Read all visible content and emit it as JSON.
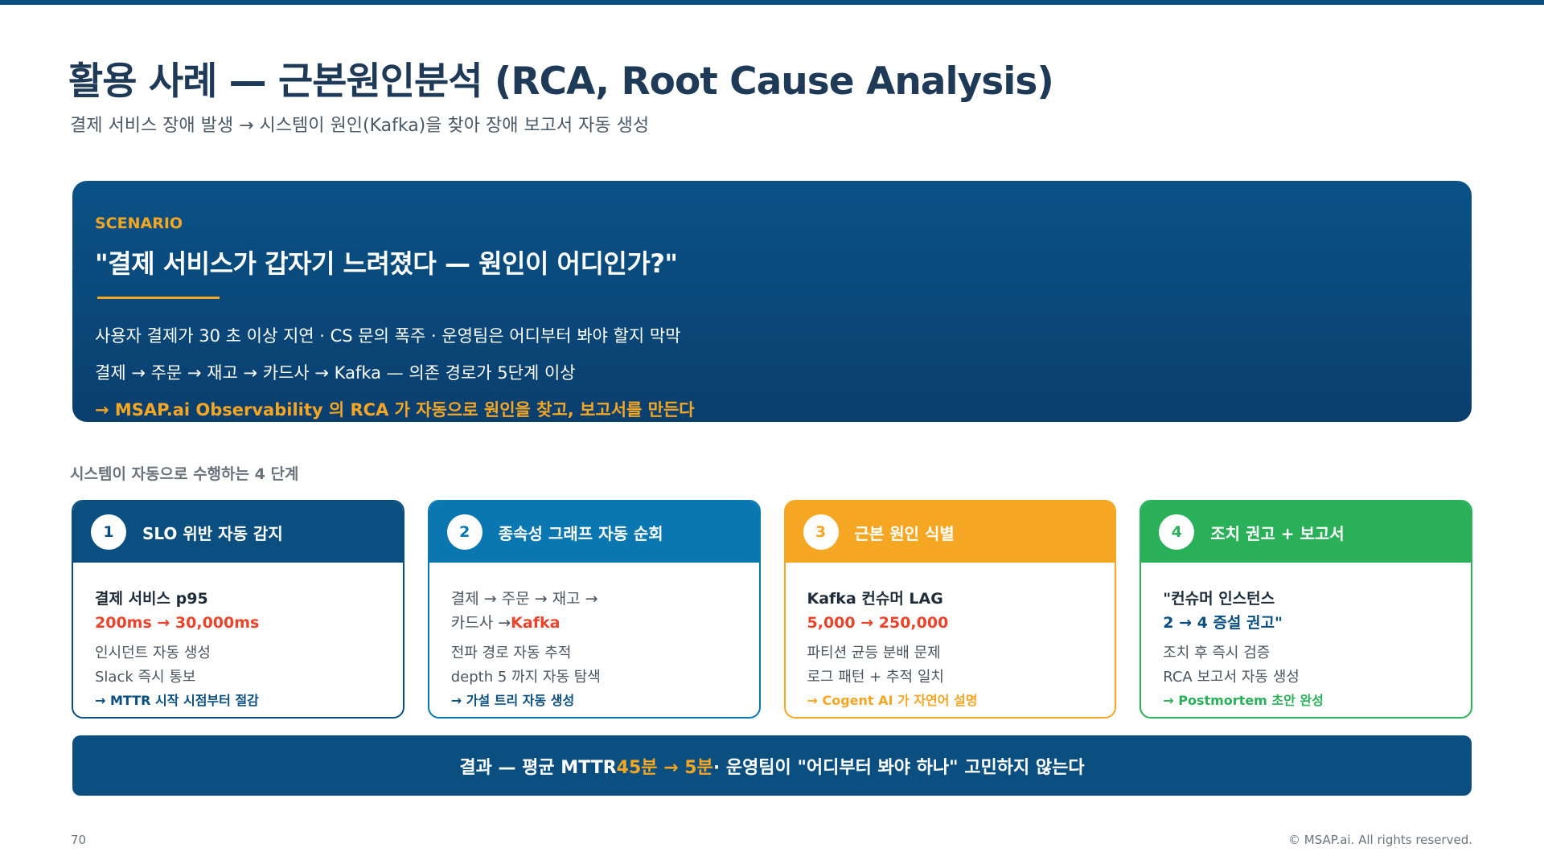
{
  "header": {
    "title": "활용 사례 — 근본원인분석 (RCA, Root Cause Analysis)",
    "subtitle": "결제 서비스 장애 발생 → 시스템이 원인(Kafka)을 찾아 장애 보고서 자동 생성"
  },
  "scenario": {
    "tag": "SCENARIO",
    "quote": "\"결제 서비스가 갑자기 느려졌다 — 원인이 어디인가?\"",
    "line1": "사용자 결제가 30 초 이상 지연 · CS 문의 폭주 · 운영팀은 어디부터 봐야 할지 막막",
    "line2": "결제 → 주문 → 재고 → 카드사 → Kafka — 의존 경로가 5단계 이상",
    "line3": "→ MSAP.ai Observability 의 RCA 가 자동으로 원인을 찾고, 보고서를 만든다"
  },
  "steps_heading": "시스템이 자동으로 수행하는 4 단계",
  "steps": [
    {
      "num": "1",
      "title": "SLO 위반 자동 감지",
      "color": "#0b4f80",
      "main": "결제 서비스 p95",
      "accent_prefix": "",
      "accent": "200ms → 30,000ms",
      "accent_color": "#e8452c",
      "sub1": "인시던트 자동 생성",
      "sub2": "Slack 즉시 통보",
      "note": "→ MTTR 시작 시점부터 절감",
      "note_color": "#0b4f80"
    },
    {
      "num": "2",
      "title": "종속성 그래프 자동 순회",
      "color": "#0a77b0",
      "main": "결제 → 주문 → 재고 →",
      "accent_prefix": "카드사 →",
      "accent": "Kafka",
      "accent_color": "#e8452c",
      "sub1": "전파 경로 자동 추적",
      "sub2": "depth 5 까지 자동 탐색",
      "note": "→ 가설 트리 자동 생성",
      "note_color": "#0b4f80"
    },
    {
      "num": "3",
      "title": "근본 원인 식별",
      "color": "#f5a623",
      "main": "Kafka 컨슈머 LAG",
      "accent_prefix": "",
      "accent": "5,000 → 250,000",
      "accent_color": "#e8452c",
      "sub1": "파티션 균등 분배 문제",
      "sub2": "로그 패턴 + 추적 일치",
      "note": "→ Cogent AI 가 자연어 설명",
      "note_color": "#f5a623"
    },
    {
      "num": "4",
      "title": "조치 권고 + 보고서",
      "color": "#2bb05a",
      "main": "\"컨슈머 인스턴스",
      "accent_prefix": "",
      "accent": "2 → 4 증설 권고\"",
      "accent_color": "#0b4f80",
      "sub1": "조치 후 즉시 검증",
      "sub2": "RCA 보고서 자동 생성",
      "note": "→ Postmortem 초안 완성",
      "note_color": "#2bb05a"
    }
  ],
  "result": {
    "prefix": "결과 — 평균 MTTR",
    "highlight": "45분 → 5분",
    "suffix": "· 운영팀이 \"어디부터 봐야 하나\" 고민하지 않는다"
  },
  "footer": {
    "page_number": "70",
    "copyright": "© MSAP.ai. All rights reserved."
  }
}
